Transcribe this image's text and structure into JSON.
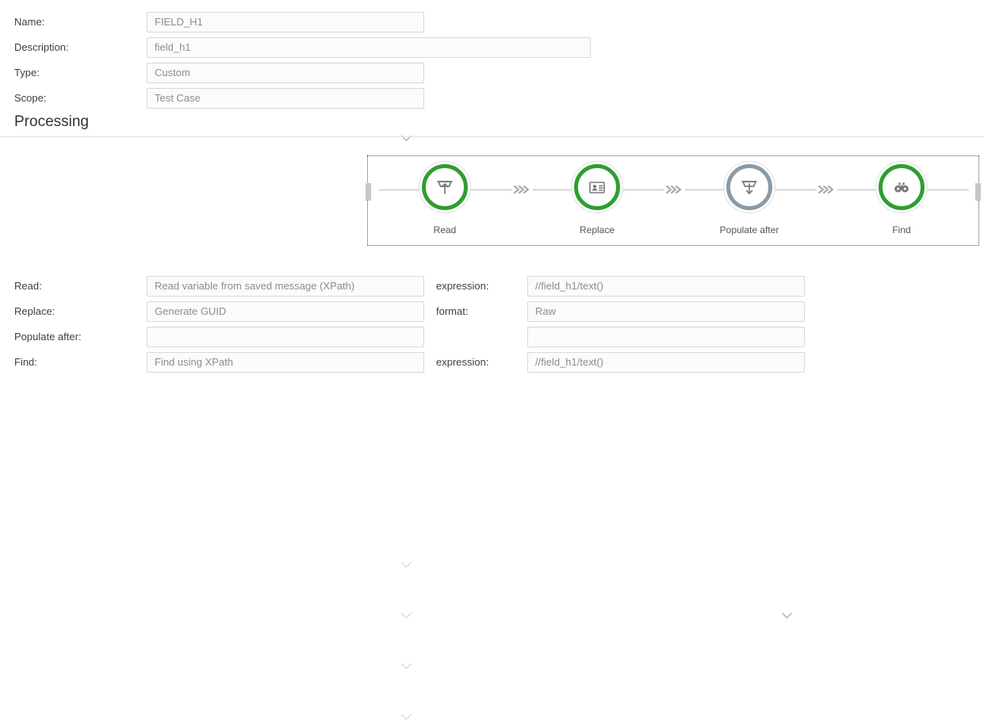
{
  "top_form": {
    "rows": [
      {
        "label": "Name:",
        "value": "FIELD_H1",
        "control": "text"
      },
      {
        "label": "Description:",
        "value": "field_h1",
        "control": "text"
      },
      {
        "label": "Type:",
        "value": "Custom",
        "control": "select"
      },
      {
        "label": "Scope:",
        "value": "Test Case",
        "control": "select"
      }
    ]
  },
  "section": {
    "processing_title": "Processing"
  },
  "flow": {
    "nodes": [
      {
        "label": "Read",
        "icon": "tray-up-icon",
        "state": "enabled",
        "color": "#2f9e2f"
      },
      {
        "label": "Replace",
        "icon": "id-card-icon",
        "state": "enabled",
        "color": "#2f9e2f"
      },
      {
        "label": "Populate after",
        "icon": "tray-down-icon",
        "state": "disabled",
        "color": "#8a9ba8"
      },
      {
        "label": "Find",
        "icon": "binoculars-icon",
        "state": "enabled",
        "color": "#2f9e2f"
      }
    ],
    "connector_icon": "triple-chevron-right-icon",
    "handle_icon": "resize-handle-icon"
  },
  "bottom_form": {
    "rows": [
      {
        "label": "Read:",
        "select_value": "Read variable from saved message (XPath)",
        "select_state": "disabled",
        "side_label": "expression:",
        "side_value": "//field_h1/text()",
        "side_control": "text"
      },
      {
        "label": "Replace:",
        "select_value": "Generate GUID",
        "select_state": "disabled",
        "side_label": "format:",
        "side_value": "Raw",
        "side_control": "select"
      },
      {
        "label": "Populate after:",
        "select_value": "",
        "select_state": "disabled",
        "side_label": "",
        "side_value": "",
        "side_control": "text"
      },
      {
        "label": "Find:",
        "select_value": "Find using XPath",
        "select_state": "disabled",
        "side_label": "expression:",
        "side_value": "//field_h1/text()",
        "side_control": "text"
      }
    ]
  },
  "colors": {
    "node_active": "#2f9e2f",
    "node_disabled": "#8a9ba8",
    "chevron_active": "#7c9fc4",
    "chevron_disabled": "#d2d2d2",
    "input_border": "#d8d8d8",
    "input_background": "#fbfbfb"
  }
}
